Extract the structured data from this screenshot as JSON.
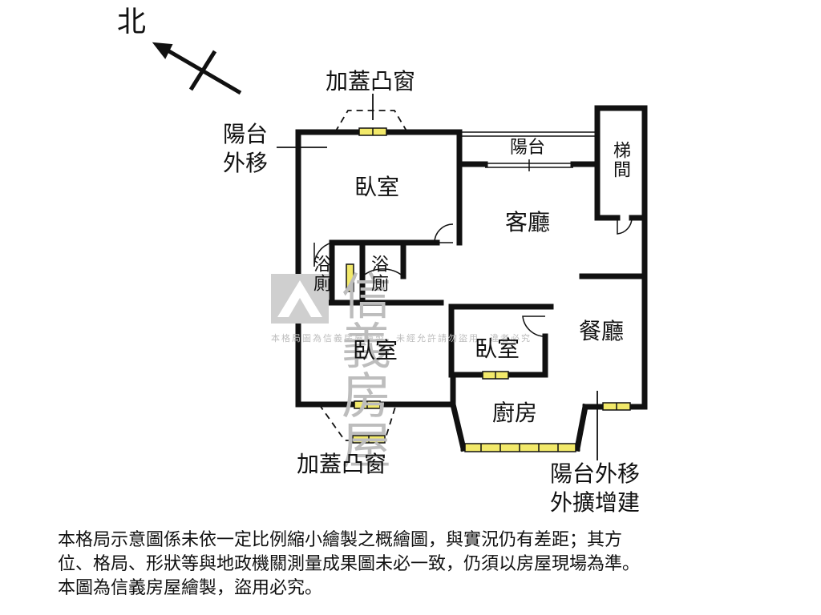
{
  "compass": {
    "label": "北",
    "icon": "north-arrow-icon"
  },
  "labels": {
    "bay_window_top": "加蓋凸窗",
    "bay_window_bottom": "加蓋凸窗",
    "balcony_moved": "陽台外移",
    "balcony": "陽台",
    "stairwell": "梯間",
    "bedroom_1": "臥室",
    "bedroom_2": "臥室",
    "bedroom_3": "臥室",
    "living_room": "客廳",
    "dining_room": "餐廳",
    "kitchen": "廚房",
    "bathroom_1": "浴廁",
    "bathroom_2": "浴廁",
    "balcony_extension_1": "陽台外移",
    "balcony_extension_2": "外擴增建"
  },
  "watermark": {
    "brand": "信義房屋",
    "subtitle": "本格局圖為信義房屋繪製，未經允許請勿盜用，違者必究",
    "logo_icon": "sinyi-logo-icon"
  },
  "disclaimer": {
    "line1": "本格局示意圖係未依一定比例縮小繪製之概繪圖，與實況仍有差距；其方",
    "line2": "位、格局、形狀等與地政機關測量成果圖未必一致，仍須以房屋現場為準。",
    "line3": "本圖為信義房屋繪製，盜用必究。"
  },
  "colors": {
    "wall": "#111111",
    "window": "#f2e96a",
    "watermark": "#bdbdbd"
  }
}
